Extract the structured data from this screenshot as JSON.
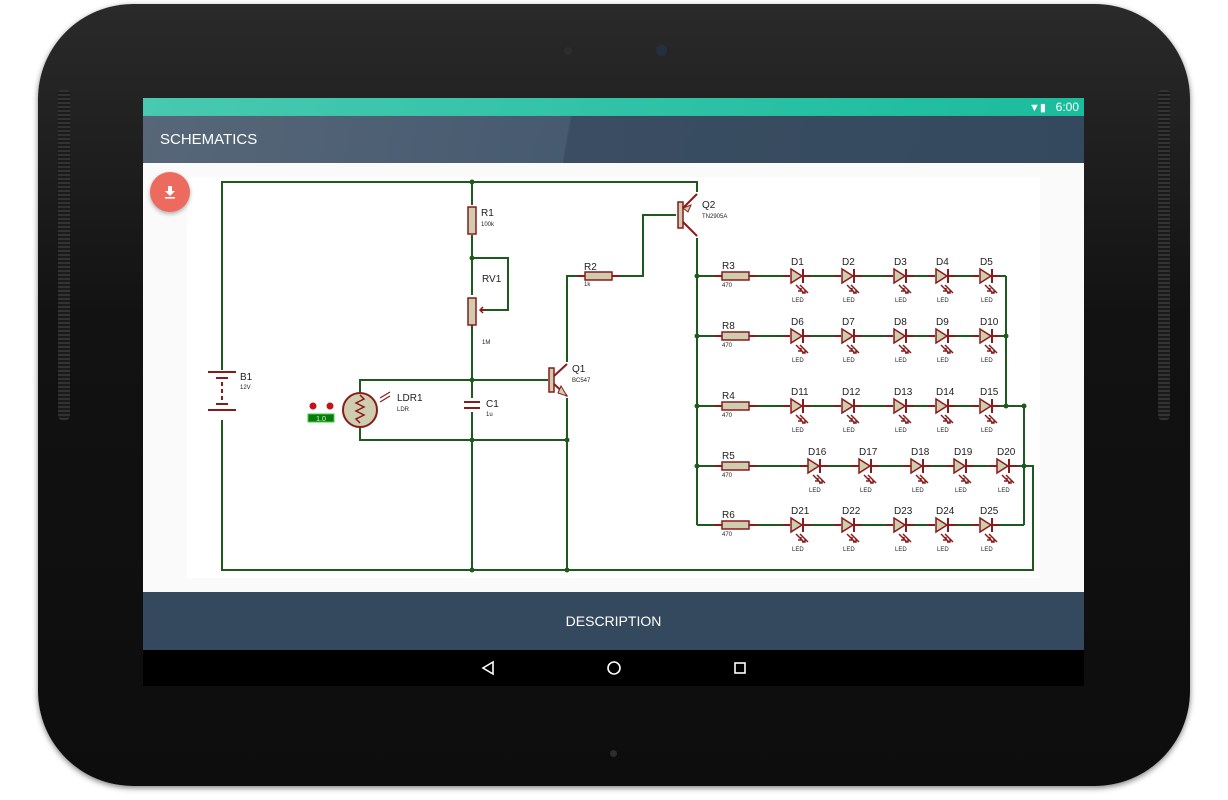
{
  "status_bar": {
    "time": "6:00",
    "icons": [
      "wifi-icon",
      "battery-icon"
    ]
  },
  "app_bar": {
    "title": "SCHEMATICS"
  },
  "fab": {
    "icon": "download-icon"
  },
  "description_button": {
    "label": "DESCRIPTION"
  },
  "nav_bar": {
    "back": "back-icon",
    "home": "home-icon",
    "recents": "recents-icon"
  },
  "schematic": {
    "battery": {
      "name": "B1",
      "value": "12V"
    },
    "r1": {
      "name": "R1",
      "value": "100k"
    },
    "rv1": {
      "name": "RV1",
      "value": "1M"
    },
    "ldr": {
      "name": "LDR1",
      "value": "LDR",
      "meter": "1.0"
    },
    "c1": {
      "name": "C1",
      "value": "1u"
    },
    "q1": {
      "name": "Q1",
      "value": "BC547"
    },
    "q2": {
      "name": "Q2",
      "value": "TN2905A"
    },
    "r2": {
      "name": "R2",
      "value": "1k"
    },
    "rows": [
      {
        "resistor": "R3",
        "value": "470",
        "leds": [
          "D1",
          "D2",
          "D3",
          "D4",
          "D5"
        ]
      },
      {
        "resistor": "R8",
        "value": "470",
        "leds": [
          "D6",
          "D7",
          "D8",
          "D9",
          "D10"
        ]
      },
      {
        "resistor": "R4",
        "value": "470",
        "leds": [
          "D11",
          "D12",
          "D13",
          "D14",
          "D15"
        ]
      },
      {
        "resistor": "R5",
        "value": "470",
        "leds": [
          "D16",
          "D17",
          "D18",
          "D19",
          "D20"
        ]
      },
      {
        "resistor": "R6",
        "value": "470",
        "leds": [
          "D21",
          "D22",
          "D23",
          "D24",
          "D25"
        ]
      }
    ],
    "led_value": "LED",
    "colors": {
      "wire": "#1e5a1e",
      "component": "#8b1a1a",
      "fill": "#cfcdb0"
    }
  }
}
